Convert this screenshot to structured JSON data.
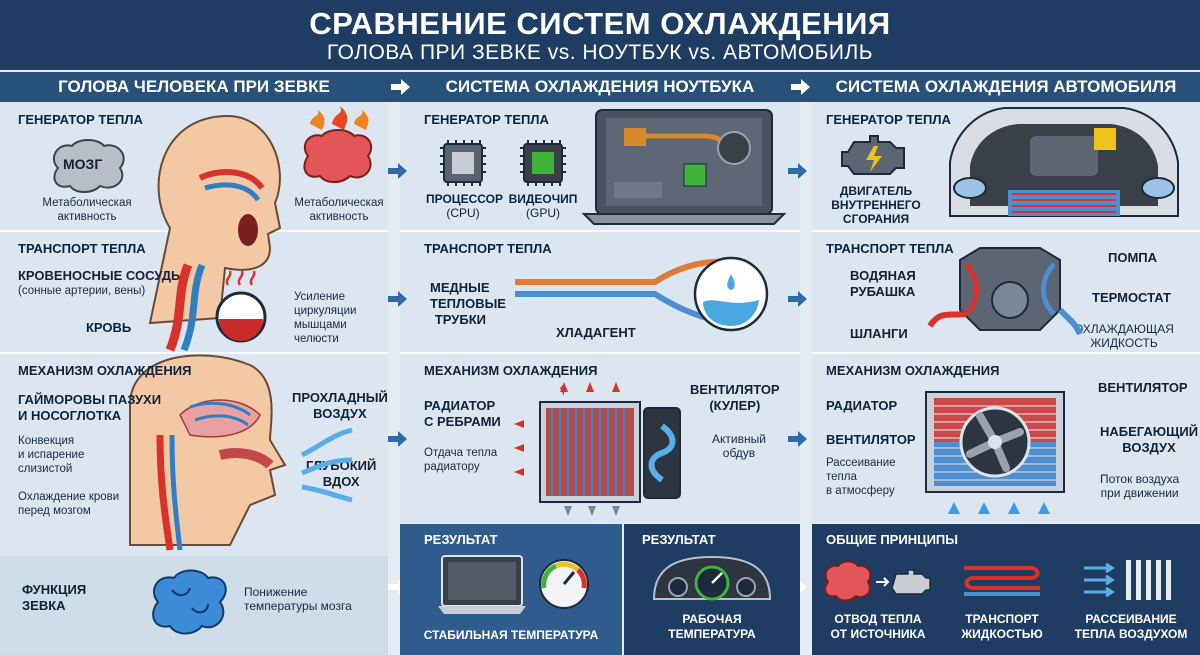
{
  "header": {
    "title": "СРАВНЕНИЕ СИСТЕМ ОХЛАЖДЕНИЯ",
    "subtitle": "ГОЛОВА ПРИ ЗЕВКЕ vs. НОУТБУК vs. АВТОМОБИЛЬ"
  },
  "columns": {
    "head": "ГОЛОВА ЧЕЛОВЕКА ПРИ ЗЕВКЕ",
    "laptop": "СИСТЕМА ОХЛАЖДЕНИЯ НОУТБУКА",
    "car": "СИСТЕМА ОХЛАЖДЕНИЯ АВТОМОБИЛЯ"
  },
  "head": {
    "heat_title": "ГЕНЕРАТОР ТЕПЛА",
    "brain_tag": "МОЗГ",
    "metab_left": [
      "Метаболическая",
      "активность"
    ],
    "metab_right": [
      "Метаболическая",
      "активность"
    ],
    "transport_title": "ТРАНСПОРТ ТЕПЛА",
    "vessels": "КРОВЕНОСНЫЕ СОСУДЫ",
    "vessels_sub": "(сонные артерии, вены)",
    "blood": "КРОВЬ",
    "circ": [
      "Усиление",
      "циркуляции",
      "мышцами",
      "челюсти"
    ],
    "mech_title": "МЕХАНИЗМ ОХЛАЖДЕНИЯ",
    "sinus": [
      "ГАЙМОРОВЫ ПАЗУХИ",
      "И НОСОГЛОТКА"
    ],
    "convection": [
      "Конвекция",
      "и испарение",
      "слизистой"
    ],
    "cooling_blood": [
      "Охлаждение крови",
      "перед мозгом"
    ],
    "cool_air": [
      "ПРОХЛАДНЫЙ",
      "ВОЗДУХ"
    ],
    "deep_breath": [
      "ГЛУБОКИЙ",
      "ВДОХ"
    ],
    "function": [
      "ФУНКЦИЯ",
      "ЗЕВКА"
    ],
    "function_desc": [
      "Понижение",
      "температуры мозга"
    ]
  },
  "laptop": {
    "heat_title": "ГЕНЕРАТОР ТЕПЛА",
    "cpu": [
      "ПРОЦЕССОР",
      "(CPU)"
    ],
    "gpu": [
      "ВИДЕОЧИП",
      "(GPU)"
    ],
    "transport_title": "ТРАНСПОРТ ТЕПЛА",
    "pipes": [
      "МЕДНЫЕ",
      "ТЕПЛОВЫЕ",
      "ТРУБКИ"
    ],
    "coolant": "ХЛАДАГЕНТ",
    "mech_title": "МЕХАНИЗМ ОХЛАЖДЕНИЯ",
    "radiator": [
      "РАДИАТОР",
      "С РЕБРАМИ"
    ],
    "radiator_desc": [
      "Отдача тепла",
      "радиатору"
    ],
    "fan": [
      "ВЕНТИЛЯТОР",
      "(КУЛЕР)"
    ],
    "active": [
      "Активный",
      "обдув"
    ],
    "result_title": "РЕЗУЛЬТАТ",
    "result": "СТАБИЛЬНАЯ ТЕМПЕРАТУРА"
  },
  "car": {
    "heat_title": "ГЕНЕРАТОР ТЕПЛА",
    "engine": [
      "ДВИГАТЕЛЬ",
      "ВНУТРЕННЕГО",
      "СГОРАНИЯ"
    ],
    "transport_title": "ТРАНСПОРТ ТЕПЛА",
    "pump": "ПОМПА",
    "jacket": [
      "ВОДЯНАЯ",
      "РУБАШКА"
    ],
    "thermostat": "ТЕРМОСТАТ",
    "hoses": "ШЛАНГИ",
    "coolant": [
      "ОХЛАЖДАЮЩАЯ",
      "ЖИДКОСТЬ"
    ],
    "mech_title": "МЕХАНИЗМ ОХЛАЖДЕНИЯ",
    "radiator": "РАДИАТОР",
    "fan": "ВЕНТИЛЯТОР",
    "dissipation": [
      "Рассеивание",
      "тепла",
      "в атмосферу"
    ],
    "fan_right": "ВЕНТИЛЯТОР",
    "oncoming": [
      "НАБЕГАЮЩИЙ",
      "ВОЗДУХ"
    ],
    "airflow": [
      "Поток воздуха",
      "при движении"
    ],
    "result_title": "РЕЗУЛЬТАТ",
    "result": [
      "РАБОЧАЯ",
      "ТЕМПЕРАТУРА"
    ]
  },
  "principles": {
    "title": "ОБЩИЕ ПРИНЦИПЫ",
    "items": [
      [
        "ОТВОД ТЕПЛА",
        "ОТ ИСТОЧНИКА"
      ],
      [
        "ТРАНСПОРТ",
        "ЖИДКОСТЬЮ"
      ],
      [
        "РАССЕИВАНИЕ",
        "ТЕПЛА ВОЗДУХОМ"
      ]
    ]
  },
  "colors": {
    "hot": "#d8322b",
    "cool": "#2e7fc4",
    "navy": "#1f3c63"
  }
}
